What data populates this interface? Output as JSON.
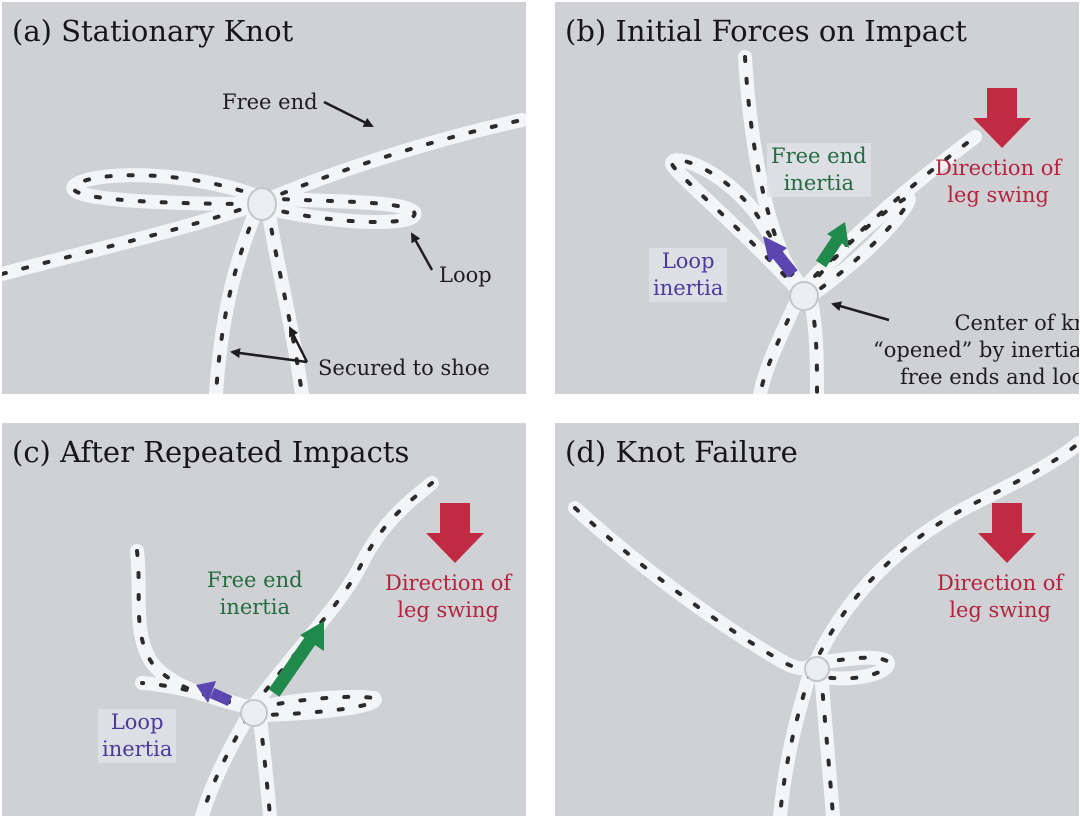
{
  "colors": {
    "panel_bg": "#d0d1d5",
    "lace": "#f4f5f7",
    "lace_dash": "#2b2b2b",
    "swing_arrow": "#c02a42",
    "free_end_arrow": "#1f8a4c",
    "loop_arrow": "#5a46ae",
    "pointer": "#1e1e1e"
  },
  "panels": [
    {
      "title": "(a) Stationary Knot",
      "labels": {
        "free_end": "Free end",
        "loop": "Loop",
        "secured": "Secured to shoe"
      }
    },
    {
      "title": "(b) Initial Forces on Impact",
      "labels": {
        "free_end_inertia": [
          "Free end",
          "inertia"
        ],
        "direction": [
          "Direction of",
          "leg swing"
        ],
        "loop_inertia": [
          "Loop",
          "inertia"
        ],
        "center": [
          "Center of knot",
          "“opened” by inertia of",
          "free ends and loops"
        ]
      }
    },
    {
      "title": "(c) After Repeated Impacts",
      "labels": {
        "free_end_inertia": [
          "Free end",
          "inertia"
        ],
        "direction": [
          "Direction of",
          "leg swing"
        ],
        "loop_inertia": [
          "Loop",
          "inertia"
        ]
      }
    },
    {
      "title": "(d) Knot Failure",
      "labels": {
        "direction": [
          "Direction of",
          "leg swing"
        ]
      }
    }
  ]
}
